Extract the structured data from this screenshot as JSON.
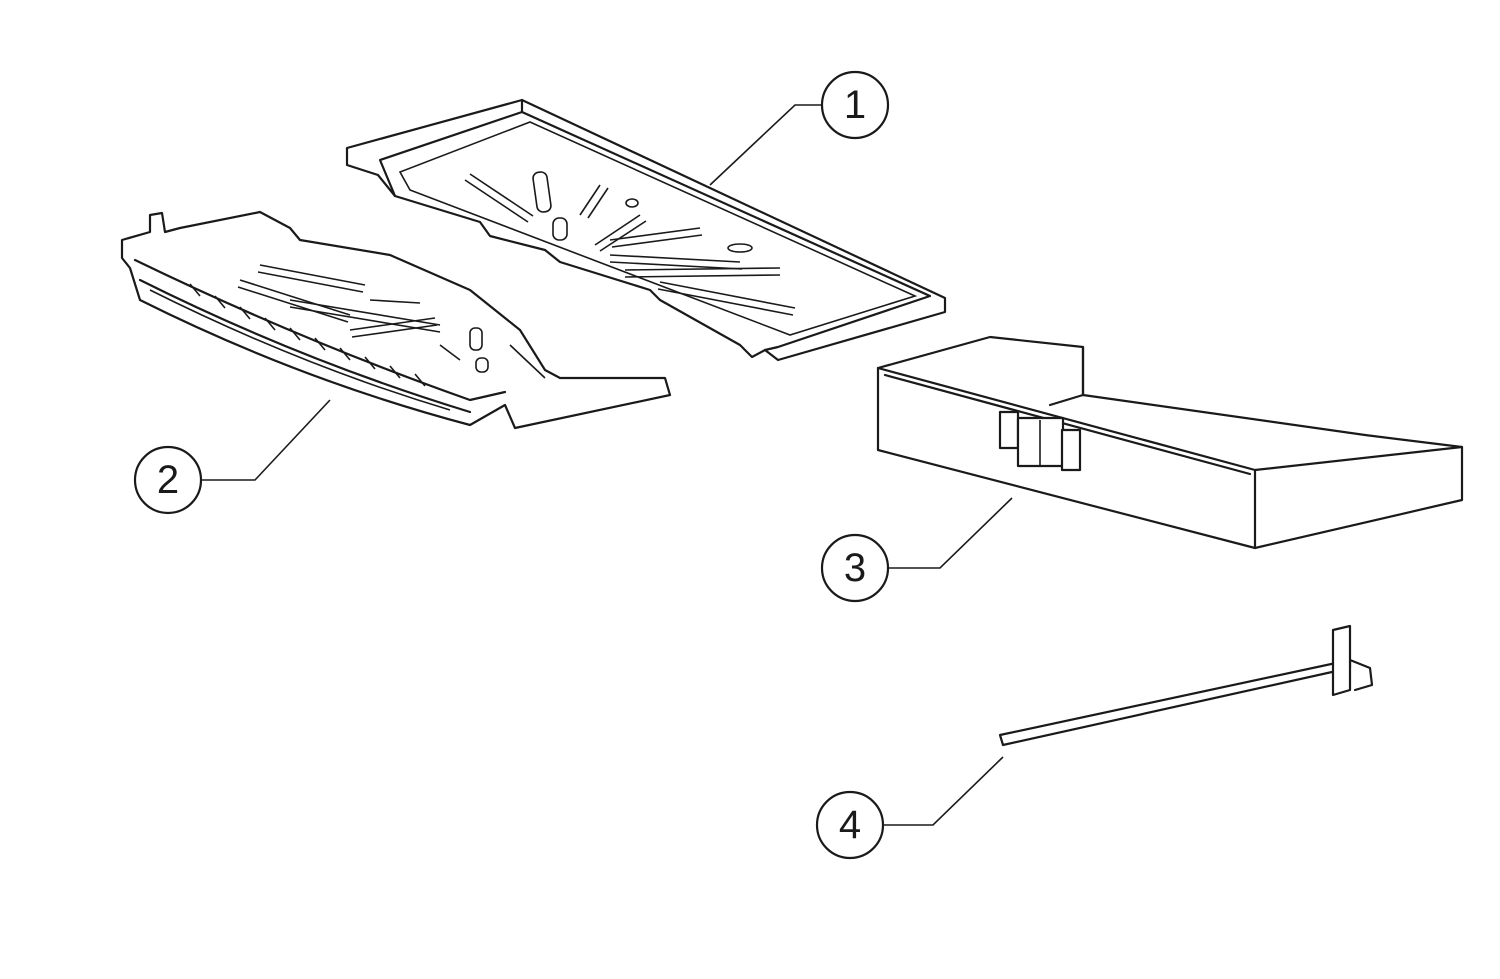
{
  "diagram": {
    "type": "exploded-parts-diagram",
    "callouts": [
      {
        "id": "1",
        "label": "1"
      },
      {
        "id": "2",
        "label": "2"
      },
      {
        "id": "3",
        "label": "3"
      },
      {
        "id": "4",
        "label": "4"
      }
    ],
    "stroke_color": "#1a1a1a",
    "background_color": "#ffffff"
  }
}
